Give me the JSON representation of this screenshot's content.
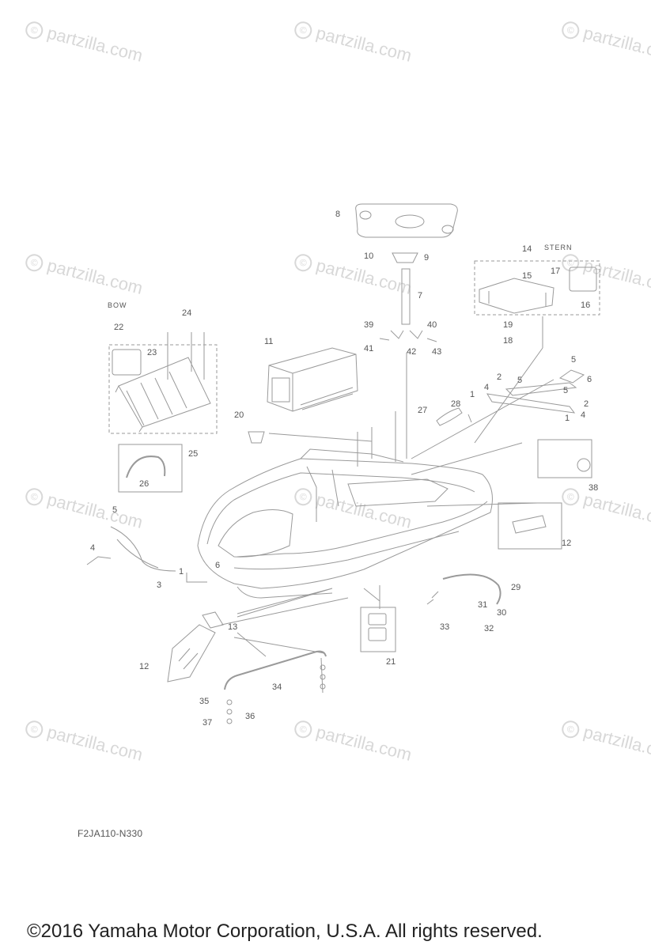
{
  "watermark": {
    "text": "partzilla.com",
    "symbol": "©"
  },
  "labels": {
    "bow": "BOW",
    "stern": "STERN"
  },
  "part_numbers": [
    "1",
    "2",
    "3",
    "4",
    "5",
    "6",
    "7",
    "8",
    "9",
    "10",
    "11",
    "12",
    "13",
    "14",
    "15",
    "16",
    "17",
    "18",
    "19",
    "20",
    "21",
    "22",
    "23",
    "24",
    "25",
    "26",
    "27",
    "28",
    "29",
    "30",
    "31",
    "32",
    "33",
    "34",
    "35",
    "36",
    "37",
    "38",
    "39",
    "40",
    "41",
    "42",
    "43"
  ],
  "diagram_code": "F2JA110-N330",
  "copyright": "©2016 Yamaha Motor Corporation, U.S.A. All rights reserved.",
  "colors": {
    "line": "#9a9a9a",
    "text": "#555555",
    "watermark": "#d8d8d8"
  }
}
